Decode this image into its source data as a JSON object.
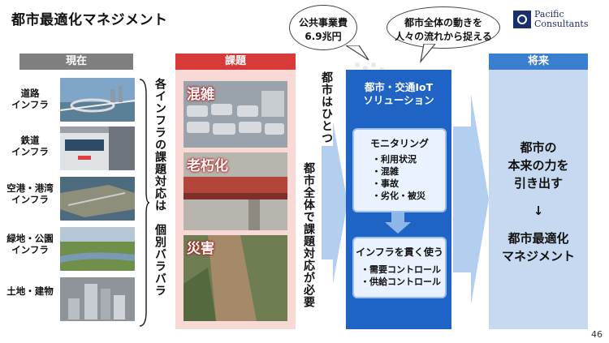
{
  "title": "都市最適化マネジメント",
  "logo": {
    "line1": "Pacific",
    "line2": "Consultants"
  },
  "sections": {
    "current": "現在",
    "issues": "課題",
    "future": "将来"
  },
  "infra": [
    {
      "label": "道路\nインフラ"
    },
    {
      "label": "鉄道\nインフラ"
    },
    {
      "label": "空港・港湾\nインフラ"
    },
    {
      "label": "緑地・公園\nインフラ"
    },
    {
      "label": "土地・建物"
    }
  ],
  "brace_text": "各インフラの課題対応は　個別バラバラ",
  "issues": [
    "混雑",
    "老朽化",
    "災害"
  ],
  "middle_text_1": "都市はひとつ",
  "middle_text_2": "都市全体で課題対応が必要",
  "bubble_cost": {
    "line1": "公共事業費",
    "line2": "6.9兆円"
  },
  "bubble_flow": {
    "line1": "都市全体の動きを",
    "line2": "人々の流れから捉える"
  },
  "solution": {
    "title_line1": "都市・交通IoT",
    "title_line2": "ソリューション",
    "monitoring_title": "モニタリング",
    "monitoring_items": [
      "・利用状況",
      "・混雑",
      "・事故",
      "・劣化・被災"
    ],
    "infra_title": "インフラを貫く使う",
    "infra_items": [
      "・需要コントロール",
      "・供給コントロール"
    ]
  },
  "future": {
    "line1": "都市の",
    "line2": "本来の力を",
    "line3": "引き出す",
    "arrow": "↓",
    "line4": "都市最適化",
    "line5": "マネジメント"
  },
  "page_number": "46",
  "colors": {
    "current": "#7f7f7f",
    "issues": "#d83a3a",
    "solution": "#1f63c4",
    "future": "#3a7ecf"
  }
}
